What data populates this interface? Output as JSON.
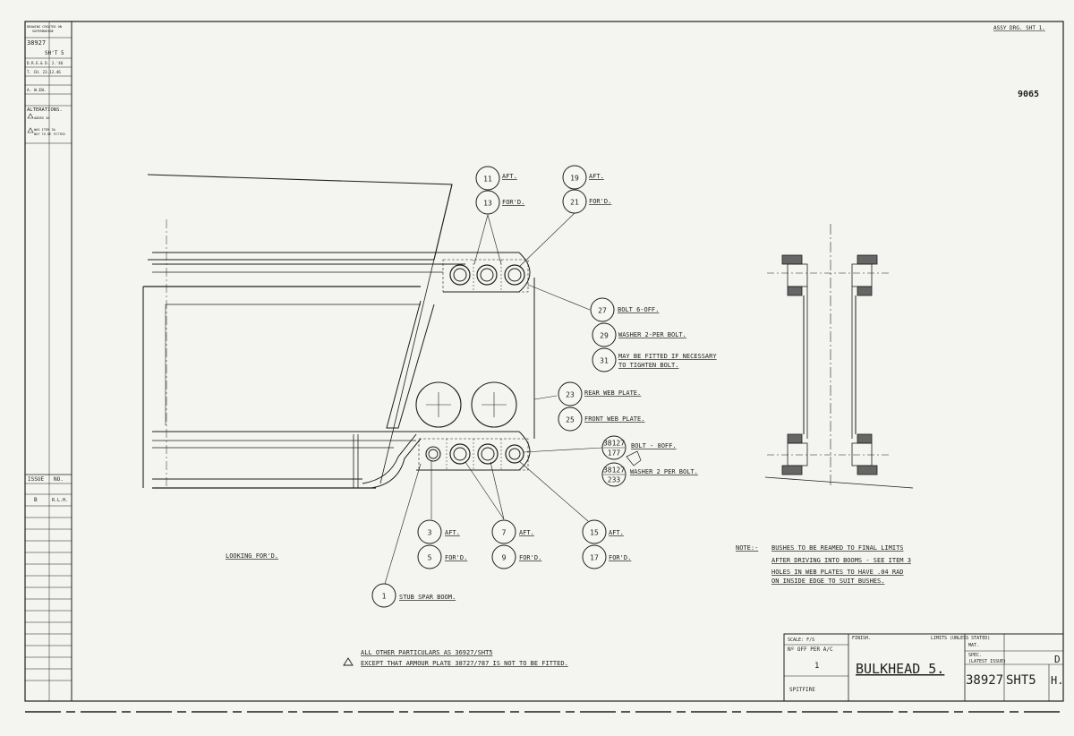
{
  "sheet": {
    "ref": "ASSY DRG. SHT 1.",
    "number_stamp": "9065",
    "left_strip": {
      "header": "DRAWING CREATED ON",
      "header_sub": "SUPERMARINE",
      "ref": "38927",
      "sheet": "SH'T 5",
      "dates": [
        "D.R.E.& D. 2.'46",
        "T. CH. 23.12.46"
      ],
      "name": "A. W.EW.",
      "alterations": "ALTERATIONS.",
      "alteration_notes": [
        "ADDED 3A",
        "WAS ITEM 3A",
        "NOT TO BE FITTED"
      ],
      "issue_label": "ISSUE",
      "no_label": "NO.",
      "issue_rows": [
        [
          "B",
          "R.L.H."
        ]
      ]
    },
    "callouts": [
      {
        "id": "c11",
        "num": "11",
        "text": "AFT."
      },
      {
        "id": "c13a",
        "num": "13",
        "text": "FOR'D."
      },
      {
        "id": "c19",
        "num": "19",
        "text": "AFT."
      },
      {
        "id": "c21",
        "num": "21",
        "text": "FOR'D."
      },
      {
        "id": "c27",
        "num": "27",
        "text": "BOLT 6-OFF."
      },
      {
        "id": "c29",
        "num": "29",
        "text": "WASHER 2-PER BOLT."
      },
      {
        "id": "c31",
        "num": "31",
        "text": "MAY BE FITTED IF NECESSARY"
      },
      {
        "id": "c31b",
        "num": "",
        "text": "TO TIGHTEN BOLT."
      },
      {
        "id": "c23",
        "num": "23",
        "text": "REAR WEB PLATE."
      },
      {
        "id": "c25",
        "num": "25",
        "text": "FRONT WEB PLATE."
      },
      {
        "id": "c177",
        "num": "38127",
        "sub": "177",
        "text": "BOLT - 8OFF."
      },
      {
        "id": "c233",
        "num": "38127",
        "sub": "233",
        "text": "WASHER 2 PER BOLT."
      },
      {
        "id": "c3",
        "num": "3",
        "text": "AFT."
      },
      {
        "id": "c5",
        "num": "5",
        "text": "FOR'D."
      },
      {
        "id": "c7",
        "num": "7",
        "text": "AFT."
      },
      {
        "id": "c9",
        "num": "9",
        "text": "FOR'D."
      },
      {
        "id": "c15",
        "num": "15",
        "text": "AFT."
      },
      {
        "id": "c17",
        "num": "17",
        "text": "FOR'D."
      },
      {
        "id": "c1",
        "num": "1",
        "text": "STUB SPAR BOOM."
      }
    ],
    "view_label": "LOOKING FOR'D.",
    "note_heading": "NOTE:-",
    "notes": [
      "BUSHES TO BE REAMED TO FINAL LIMITS",
      "AFTER DRIVING INTO BOOMS - SEE ITEM 3",
      "HOLES IN WEB PLATES TO HAVE .04 RAD",
      "ON INSIDE EDGE TO SUIT BUSHES."
    ],
    "particulars": [
      "ALL OTHER PARTICULARS AS 36927/SHT5",
      "EXCEPT THAT ARMOUR PLATE 38727/787 IS NOT TO BE FITTED."
    ],
    "title_block": {
      "scale": "SCALE: F/S",
      "finish": "FINISH.",
      "limits": "LIMITS (UNLESS STATED)",
      "no_off": "Nº OFF PER A/C",
      "qty": "1",
      "title": "BULKHEAD 5.",
      "mat": "MAT.",
      "spec": "SPEC.",
      "latest_issue": "(LATEST ISSUE)",
      "issue": "D",
      "project": "SPITFIRE",
      "number": "38927",
      "sheet": "SHT5",
      "rev": "H."
    }
  }
}
